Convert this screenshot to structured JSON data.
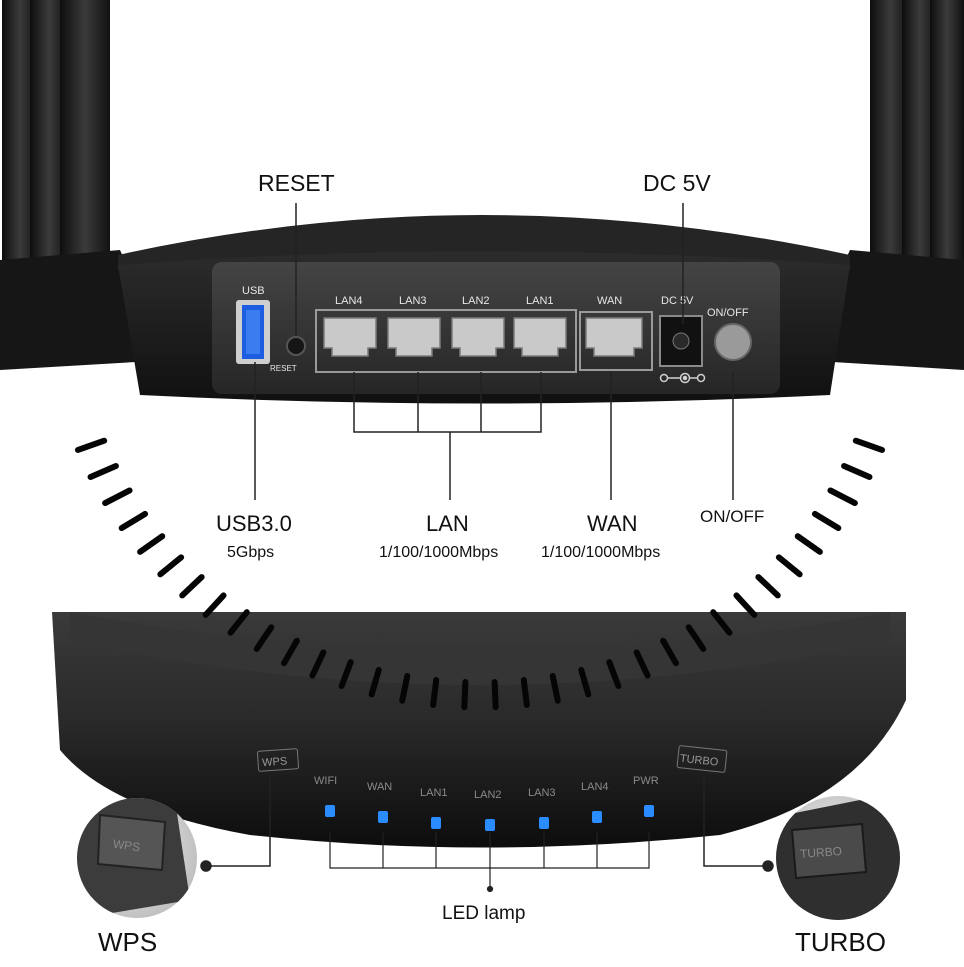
{
  "top_panel": {
    "callouts": {
      "reset": "RESET",
      "dc": "DC 5V",
      "usb_title": "USB3.0",
      "usb_speed": "5Gbps",
      "lan_title": "LAN",
      "lan_speed": "1/100/1000Mbps",
      "wan_title": "WAN",
      "wan_speed": "1/100/1000Mbps",
      "onoff": "ON/OFF"
    },
    "device_labels": {
      "usb": "USB",
      "reset": "RESET",
      "lan4": "LAN4",
      "lan3": "LAN3",
      "lan2": "LAN2",
      "lan1": "LAN1",
      "wan": "WAN",
      "dc": "DC 5V",
      "onoff": "ON/OFF"
    }
  },
  "bottom_panel": {
    "buttons": {
      "wps": "WPS",
      "turbo": "TURBO"
    },
    "leds": [
      "WIFI",
      "WAN",
      "LAN1",
      "LAN2",
      "LAN3",
      "LAN4",
      "PWR"
    ],
    "callouts": {
      "led": "LED lamp",
      "wps": "WPS",
      "turbo": "TURBO"
    }
  },
  "colors": {
    "led": "#2a8cff",
    "body": "#1c1c1c",
    "port_panel": "#3a3a3a"
  }
}
